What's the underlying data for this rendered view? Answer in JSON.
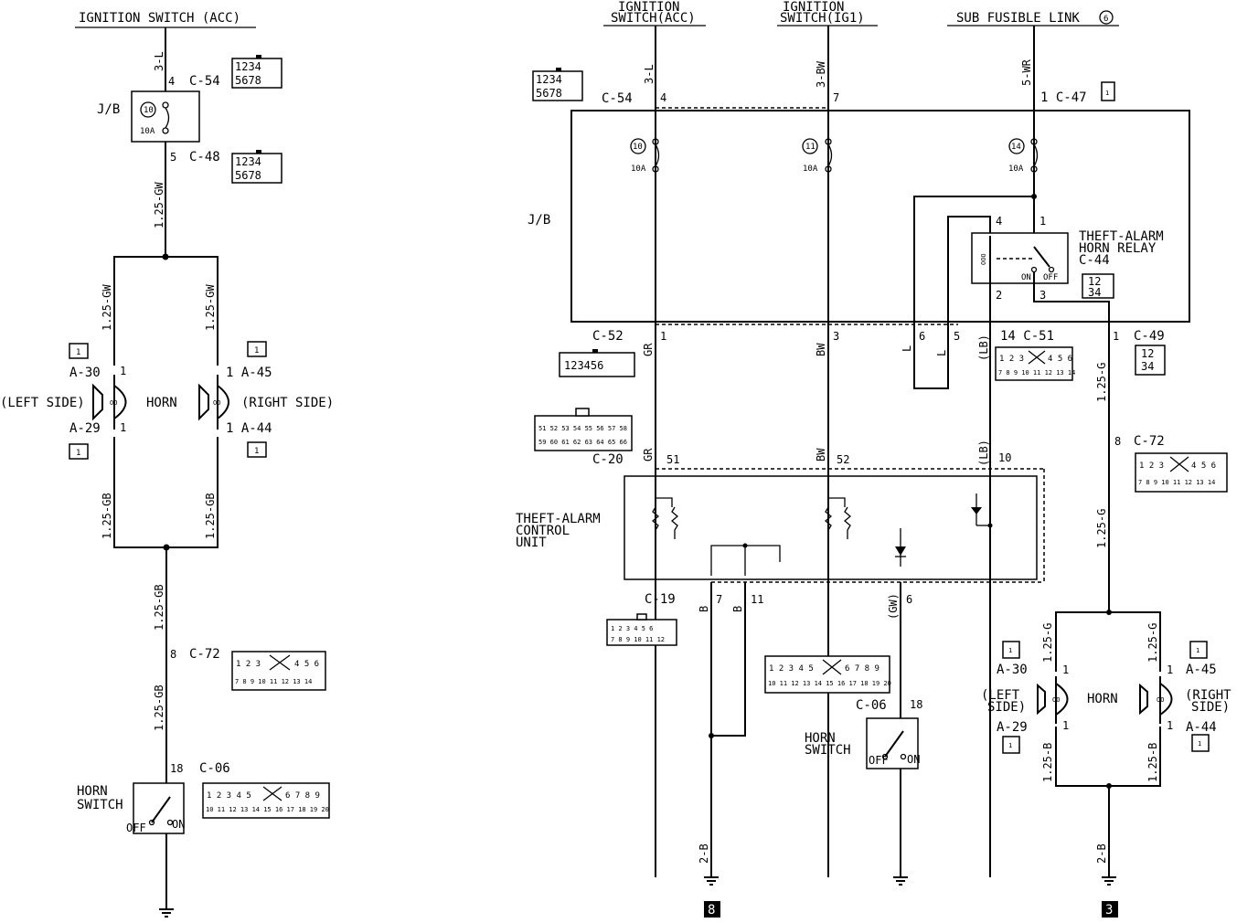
{
  "left": {
    "title": "IGNITION SWITCH (ACC)",
    "wire_top": "3-L",
    "jb": "J/B",
    "fuse_num": "10",
    "fuse_amp": "10A",
    "pin_in": "4",
    "pin_out": "5",
    "c54": "C-54",
    "c48": "C-48",
    "wire_jb_out": "1.25-GW",
    "wire_left_up": "1.25-GW",
    "wire_right_up": "1.25-GW",
    "a30": "A-30",
    "a45": "1 A-45",
    "a29": "A-29",
    "a44": "1 A-44",
    "pin1a": "1",
    "pin1b": "1",
    "left_side": "(LEFT SIDE)",
    "horn": "HORN",
    "right_side": "(RIGHT SIDE)",
    "wire_left_dn": "1.25-GB",
    "wire_right_dn": "1.25-GB",
    "wire_mid": "1.25-GB",
    "pin8": "8",
    "c72": "C-72",
    "wire_mid2": "1.25-GB",
    "pin18": "18",
    "c06": "C-06",
    "horn_switch1": "HORN",
    "horn_switch2": "SWITCH",
    "off": "OFF",
    "on": "ON"
  },
  "right": {
    "title_acc1": "IGNITION",
    "title_acc2": "SWITCH(ACC)",
    "title_ig1a": "IGNITION",
    "title_ig1b": "SWITCH(IG1)",
    "title_sub": "SUB FUSIBLE LINK",
    "sub_num": "6",
    "wire_acc": "3-L",
    "wire_ig": "3-BW",
    "wire_sub": "5-WR",
    "c54": "C-54",
    "pin4": "4",
    "pin7": "7",
    "c47": "1 C-47",
    "jb": "J/B",
    "fuse10": "10",
    "fuse11": "11",
    "fuse14": "14",
    "amp10": "10A",
    "relay1": "THEFT-ALARM",
    "relay2": "HORN RELAY",
    "relay3": "C-44",
    "on": "ON",
    "off": "OFF",
    "rp4": "4",
    "rp1": "1",
    "rp2": "2",
    "rp3": "3",
    "c52": "C-52",
    "gr": "GR",
    "p1": "1",
    "bw": "BW",
    "p3": "3",
    "l6": "L",
    "p6": "6",
    "l5": "L",
    "p5": "5",
    "lb": "(LB)",
    "c51": "14 C-51",
    "p1b": "1",
    "c49": "C-49",
    "wire_125g": "1.25-G",
    "c20": "C-20",
    "gr2": "GR",
    "p51": "51",
    "bw2": "BW",
    "p52": "52",
    "lb2": "(LB)",
    "p10": "10",
    "p8": "8",
    "c72": "C-72",
    "ctrl1": "THEFT-ALARM",
    "ctrl2": "CONTROL",
    "ctrl3": "UNIT",
    "c19": "C-19",
    "b1": "B",
    "p7": "7",
    "b2": "B",
    "p11": "11",
    "gw": "(GW)",
    "p6b": "6",
    "wire_125g2": "1.25-G",
    "c06": "C-06",
    "p18": "18",
    "hs1": "HORN",
    "hs2": "SWITCH",
    "off2": "OFF",
    "on2": "ON",
    "a30": "A-30",
    "a45": "A-45",
    "left1": "(LEFT",
    "left2": "SIDE)",
    "horn": "HORN",
    "right1": "(RIGHT",
    "right2": "SIDE)",
    "a29": "A-29",
    "a44": "A-44",
    "wire_125b1": "1.25-B",
    "wire_125b2": "1.25-B",
    "wire_125gl": "1.25-G",
    "wire_125gr": "1.25-G",
    "hp1a": "1",
    "hp1b": "1",
    "hp1c": "1",
    "hp1d": "1",
    "wire_2b_a": "2-B",
    "wire_2b_b": "2-B",
    "ground8": "8",
    "ground3": "3"
  },
  "connectors": {
    "c54_top": [
      "1",
      "2",
      "3",
      "4"
    ],
    "c54_bot": [
      "5",
      "6",
      "7",
      "8"
    ],
    "c72_top": [
      "1",
      "2",
      "3",
      "4",
      "5",
      "6"
    ],
    "c72_bot": [
      "7",
      "8",
      "9",
      "10",
      "11",
      "12",
      "13",
      "14"
    ],
    "c06_top": [
      "1",
      "2",
      "3",
      "4",
      "5",
      "6",
      "7",
      "8",
      "9"
    ],
    "c06_bot": [
      "10",
      "11",
      "12",
      "13",
      "14",
      "15",
      "16",
      "17",
      "18",
      "19",
      "20"
    ],
    "c52": [
      "1",
      "2",
      "3",
      "4",
      "5",
      "6"
    ],
    "c20_top": [
      "51",
      "52",
      "53",
      "54",
      "55",
      "56",
      "57",
      "58"
    ],
    "c20_bot": [
      "59",
      "60",
      "61",
      "62",
      "63",
      "64",
      "65",
      "66"
    ],
    "c19_top": [
      "1",
      "2",
      "3",
      "4",
      "5",
      "6"
    ],
    "c19_bot": [
      "7",
      "8",
      "9",
      "10",
      "11",
      "12"
    ],
    "c51_top": [
      "1",
      "2",
      "3",
      "4",
      "5",
      "6"
    ],
    "c51_bot": [
      "7",
      "8",
      "9",
      "10",
      "11",
      "12",
      "13",
      "14"
    ],
    "relay_top": [
      "1",
      "2"
    ],
    "relay_bot": [
      "3",
      "4"
    ],
    "single": "1"
  }
}
